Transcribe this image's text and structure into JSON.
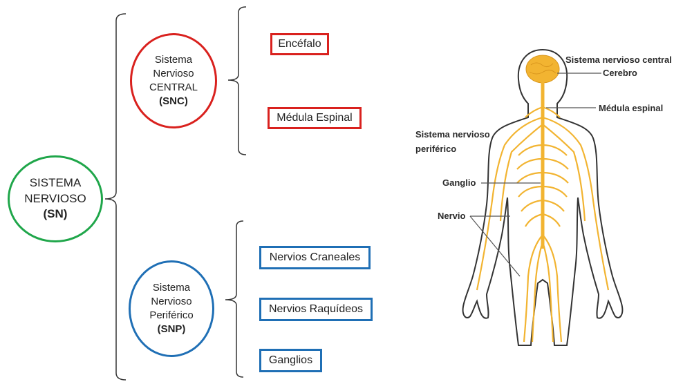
{
  "root": {
    "line1": "SISTEMA",
    "line2": "NERVIOSO",
    "abbr": "(SN)",
    "color": "#1fa64a"
  },
  "snc": {
    "line1": "Sistema",
    "line2": "Nervioso",
    "line3": "CENTRAL",
    "abbr": "(SNC)",
    "color": "#d9211e",
    "items": [
      "Encéfalo",
      "Médula Espinal"
    ]
  },
  "snp": {
    "line1": "Sistema",
    "line2": "Nervioso",
    "line3": "Periférico",
    "abbr": "(SNP)",
    "color": "#1f6fb5",
    "items": [
      "Nervios Craneales",
      "Nervios Raquídeos",
      "Ganglios"
    ]
  },
  "illustration": {
    "labels": {
      "central": "Sistema nervioso central",
      "cerebro": "Cerebro",
      "medula": "Médula espinal",
      "periferico_1": "Sistema nervioso",
      "periferico_2": "periférico",
      "ganglio": "Ganglio",
      "nervio": "Nervio"
    },
    "nerve_color": "#f2b431",
    "outline_color": "#333333"
  }
}
